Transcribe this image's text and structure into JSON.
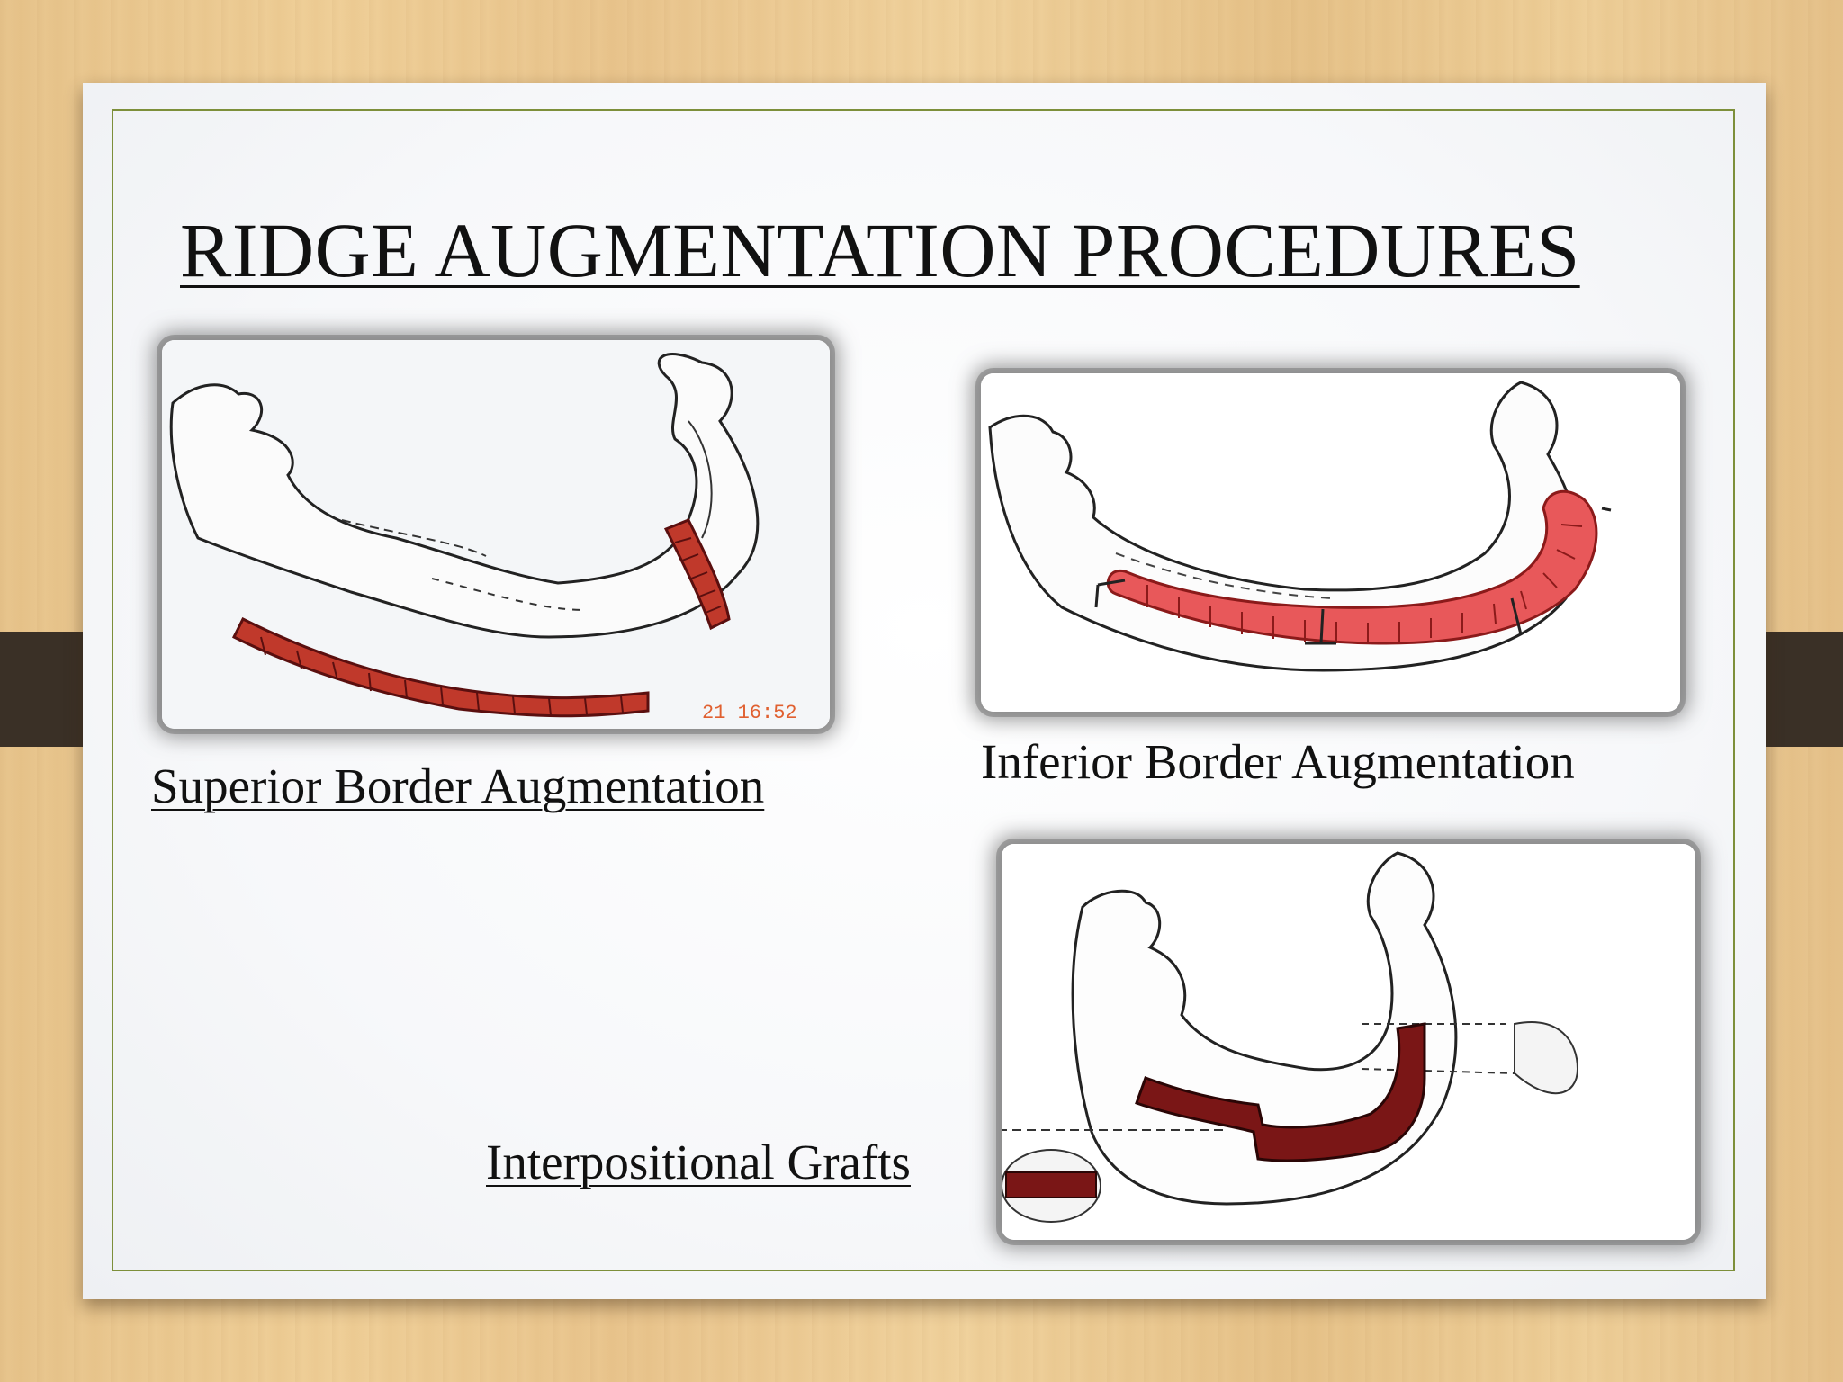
{
  "slide": {
    "title": "RIDGE AUGMENTATION PROCEDURES",
    "captions": {
      "superior": "Superior Border Augmentation",
      "inferior": "Inferior Border Augmentation",
      "interpositional": "Interpositional Grafts"
    },
    "photo_timestamp": "21 16:52"
  },
  "colors": {
    "graft_red": "#d9534f",
    "graft_dark": "#8b1a1a",
    "frame_green": "#7d8f3a",
    "clip_brown": "#3a3026"
  }
}
